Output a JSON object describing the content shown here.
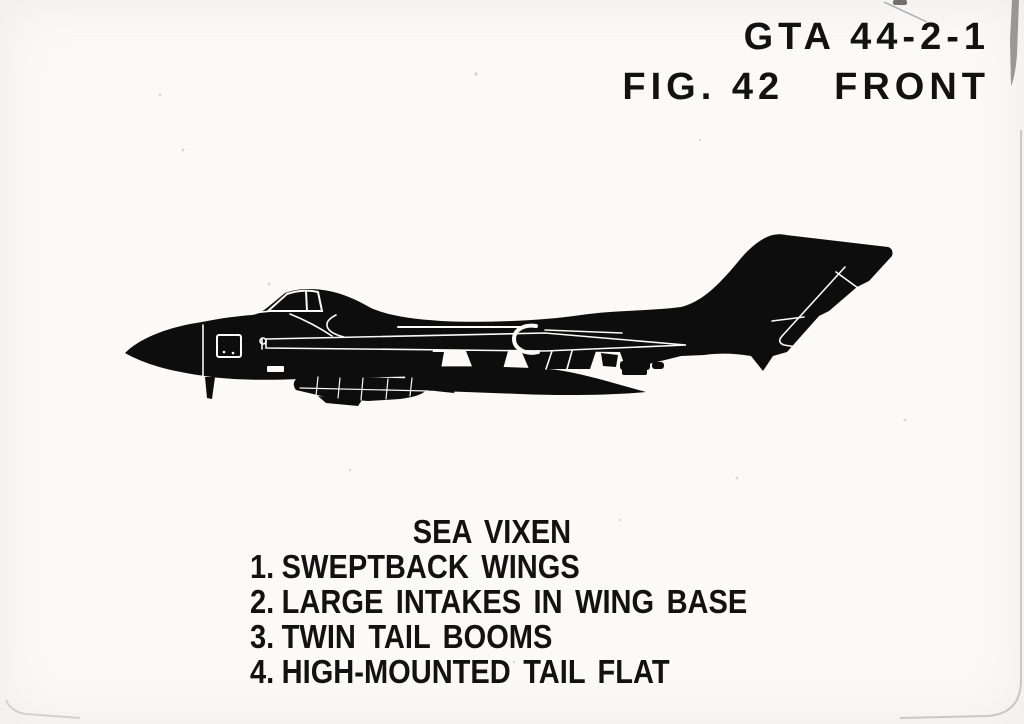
{
  "card": {
    "header": {
      "gta_number": "GTA 44-2-1",
      "figure_label": "FIG. 42",
      "view_label": "FRONT"
    },
    "caption": {
      "aircraft_name": "SEA VIXEN",
      "features": [
        {
          "num": "1.",
          "text": "SWEPTBACK WINGS"
        },
        {
          "num": "2.",
          "text": "LARGE INTAKES IN WING BASE"
        },
        {
          "num": "3.",
          "text": "TWIN TAIL BOOMS"
        },
        {
          "num": "4.",
          "text": "HIGH-MOUNTED TAIL FLAT"
        }
      ]
    },
    "figure": {
      "alt": "Left-facing black side-profile silhouette of a Sea Vixen twin-boom jet aircraft"
    },
    "colors": {
      "ink": "#121212",
      "paper": "#fbfaf8",
      "silhouette": "#0d0d0d"
    }
  }
}
